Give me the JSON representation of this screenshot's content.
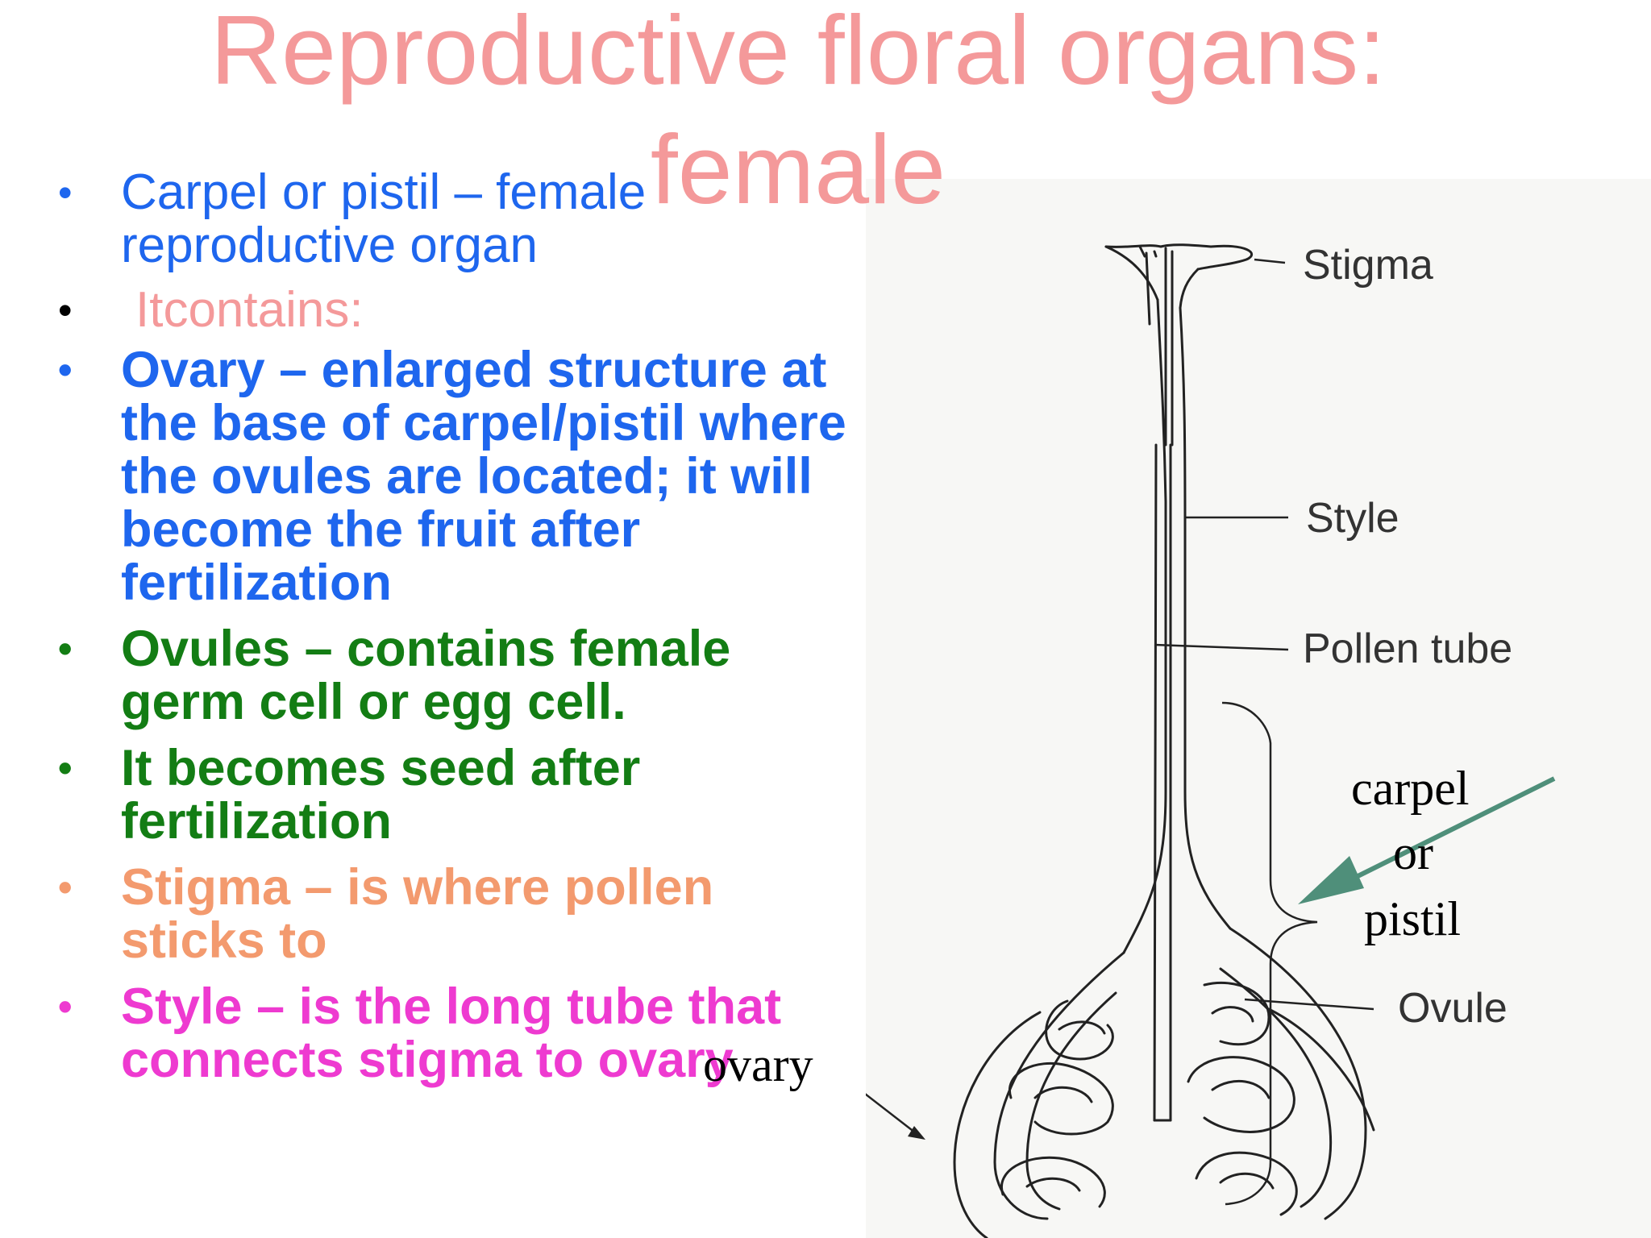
{
  "slide": {
    "title": "Reproductive floral organs: female",
    "bullets": [
      {
        "text": "Carpel or pistil – female reproductive organ"
      },
      {
        "text": "Itcontains:"
      },
      {
        "text": "Ovary – enlarged structure at the base of carpel/pistil where the ovules are located; it will become the fruit after fertilization"
      },
      {
        "text": "Ovules – contains female germ cell or egg cell."
      },
      {
        "text": "It becomes seed after fertilization"
      },
      {
        "text": "Stigma –  is where pollen sticks to"
      },
      {
        "text": "Style – is the long tube that connects stigma to ovary"
      }
    ],
    "bullet_symbol": "•"
  },
  "diagram": {
    "labels": {
      "stigma": "Stigma",
      "style": "Style",
      "pollen_tube": "Pollen tube",
      "ovule": "Ovule",
      "carpel_1": "carpel",
      "carpel_2": "or",
      "carpel_3": "pistil",
      "ovary": "ovary"
    },
    "colors": {
      "arrow": "#4f8f7a",
      "title": "#f4999a"
    }
  }
}
